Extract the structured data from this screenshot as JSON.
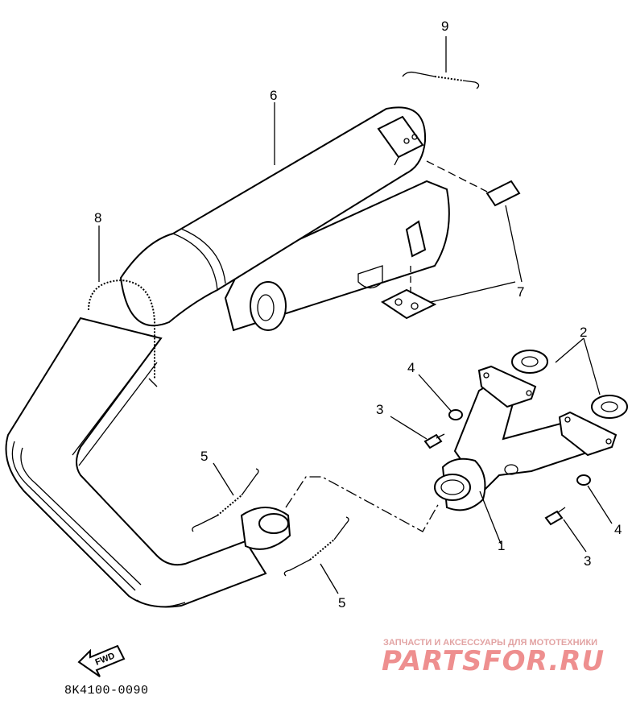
{
  "callouts": {
    "c1": "1",
    "c2": "2",
    "c3a": "3",
    "c3b": "3",
    "c4a": "4",
    "c4b": "4",
    "c5a": "5",
    "c5b": "5",
    "c6": "6",
    "c7": "7",
    "c8": "8",
    "c9": "9"
  },
  "fwd_label": "FWD",
  "diagram_code": "8K4100-0090",
  "watermark": {
    "tagline": "ЗАПЧАСТИ И АКСЕССУАРЫ ДЛЯ МОТОТЕХНИКИ",
    "logo": "PARTSFOR.RU"
  },
  "colors": {
    "line": "#000000",
    "watermark": "#ee8f8f"
  }
}
